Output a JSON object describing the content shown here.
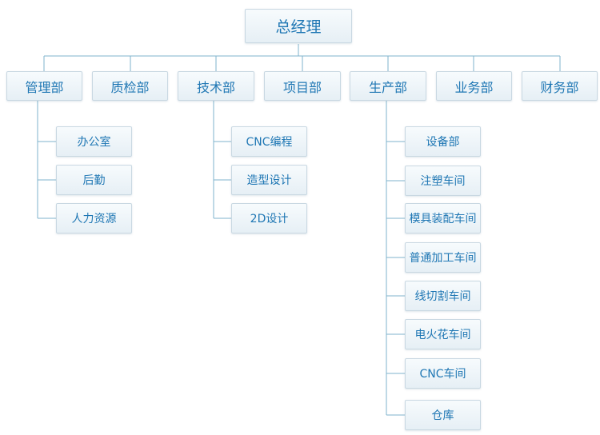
{
  "root": "总经理",
  "departments": [
    {
      "name": "管理部",
      "children": [
        "办公室",
        "后勤",
        "人力资源"
      ]
    },
    {
      "name": "质检部",
      "children": []
    },
    {
      "name": "技术部",
      "children": [
        "CNC编程",
        "造型设计",
        "2D设计"
      ]
    },
    {
      "name": "项目部",
      "children": []
    },
    {
      "name": "生产部",
      "children": [
        "设备部",
        "注塑车间",
        "模具装配车间",
        "普通加工车间",
        "线切割车间",
        "电火花车间",
        "CNC车间",
        "仓库"
      ]
    },
    {
      "name": "业务部",
      "children": []
    },
    {
      "name": "财务部",
      "children": []
    }
  ],
  "colors": {
    "text": "#1f77b4",
    "connector": "#7fb3cc",
    "box_border": "#c9d8e2",
    "box_fill_top": "#f7fbfd",
    "box_fill_bottom": "#e6eff5"
  }
}
